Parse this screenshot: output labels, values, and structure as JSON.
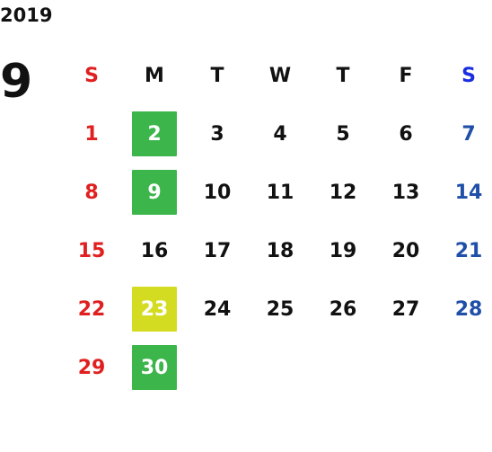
{
  "calendar": {
    "year": "2019",
    "month": "9",
    "colors": {
      "sunday": "#e02020",
      "saturday": "#1f4fa8",
      "weekday": "#111111",
      "holiday_text": "#ffffff",
      "saturday_header": "#1a2ee0",
      "green_highlight": "#3cb54a",
      "yellow_highlight": "#d4dc21"
    },
    "weekdays": [
      "S",
      "M",
      "T",
      "W",
      "T",
      "F",
      "S"
    ],
    "weeks": [
      [
        "1",
        "2",
        "3",
        "4",
        "5",
        "6",
        "7"
      ],
      [
        "8",
        "9",
        "10",
        "11",
        "12",
        "13",
        "14"
      ],
      [
        "15",
        "16",
        "17",
        "18",
        "19",
        "20",
        "21"
      ],
      [
        "22",
        "23",
        "24",
        "25",
        "26",
        "27",
        "28"
      ],
      [
        "29",
        "30",
        "",
        "",
        "",
        "",
        ""
      ]
    ],
    "highlights": {
      "2": "green",
      "9": "green",
      "23": "yellow",
      "30": "green"
    }
  }
}
